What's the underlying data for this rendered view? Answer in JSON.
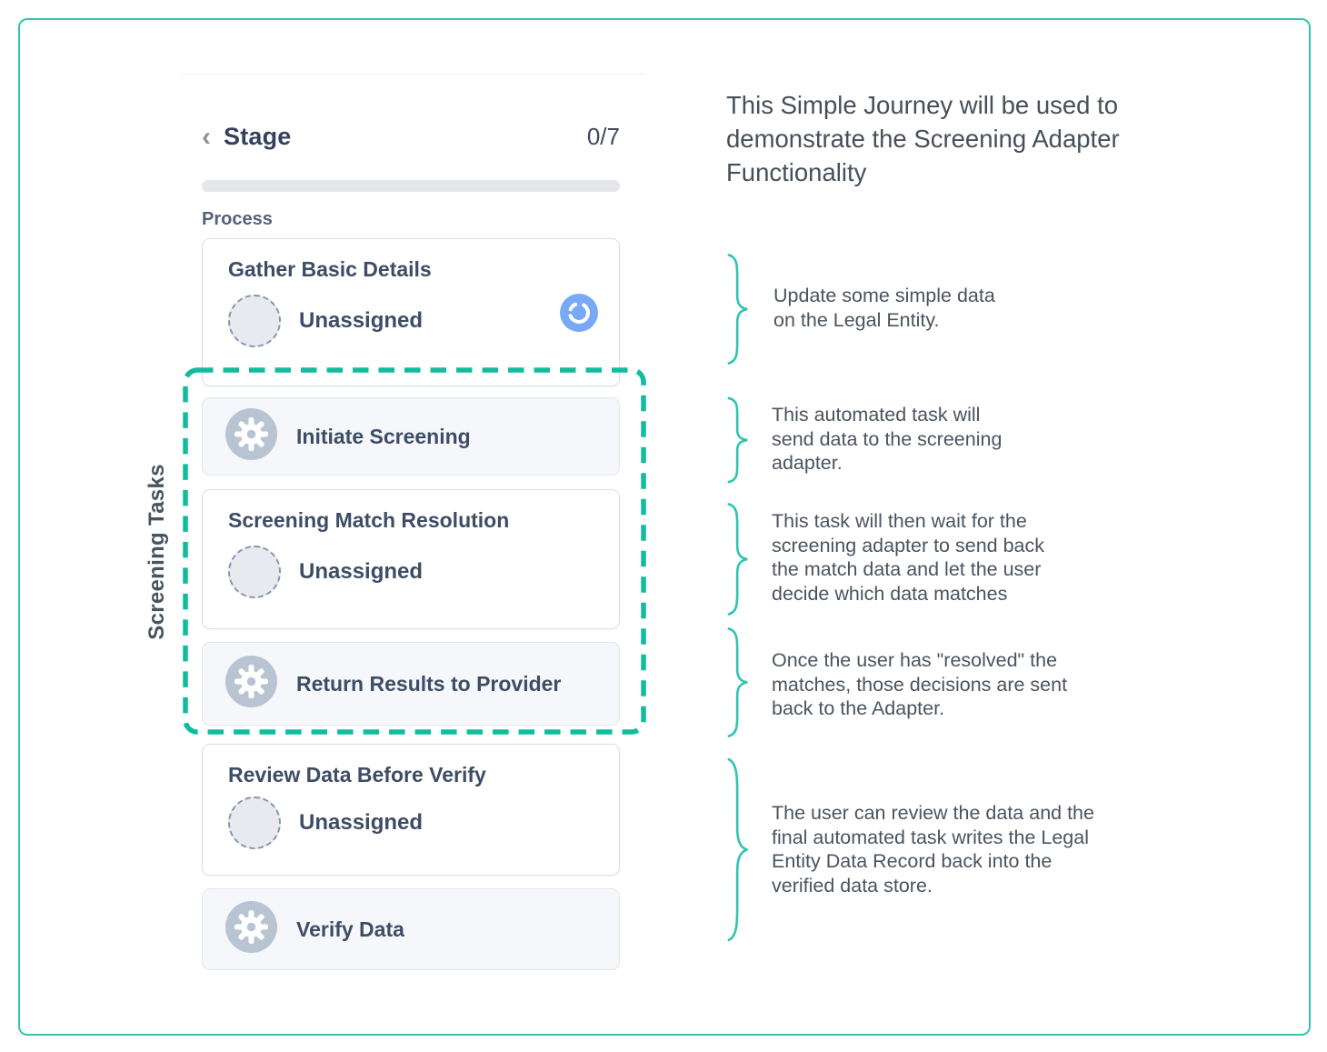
{
  "theme": {
    "frame_teal": "#35c4b4",
    "dashed_teal": "#10bc9c",
    "card_text": "#3d4d66",
    "annotation_text": "#4a545f",
    "auto_icon_bg": "#b9c4d3",
    "sync_icon_blue": "#78a9f7"
  },
  "panel": {
    "header": {
      "back_icon": "‹",
      "title": "Stage",
      "counter": "0/7"
    },
    "progress_percent": 0,
    "section_label": "Process",
    "group_label": "Screening Tasks",
    "tasks": [
      {
        "title": "Gather Basic Details",
        "type": "user",
        "assignee": "Unassigned",
        "status_icon": "sync-in-progress"
      },
      {
        "title": "Initiate Screening",
        "type": "automated",
        "icon": "gear-icon"
      },
      {
        "title": "Screening Match Resolution",
        "type": "user",
        "assignee": "Unassigned"
      },
      {
        "title": "Return Results to Provider",
        "type": "automated",
        "icon": "gear-icon"
      },
      {
        "title": "Review Data Before Verify",
        "type": "user",
        "assignee": "Unassigned"
      },
      {
        "title": "Verify Data",
        "type": "automated",
        "icon": "gear-icon"
      }
    ]
  },
  "annotations": {
    "title": "This Simple Journey will be used to demonstrate the Screening Adapter Functionality",
    "notes": [
      {
        "text": "Update some simple data on the Legal Entity."
      },
      {
        "text": "This automated task will send data to the screening adapter."
      },
      {
        "text": "This task will then wait for the screening adapter to send back the match data and let the user decide which data matches"
      },
      {
        "text": "Once the user has \"resolved\" the matches, those decisions are sent back to the Adapter."
      },
      {
        "text": "The user can review the data and the final automated task writes the Legal Entity Data Record back into the verified data store."
      }
    ]
  }
}
